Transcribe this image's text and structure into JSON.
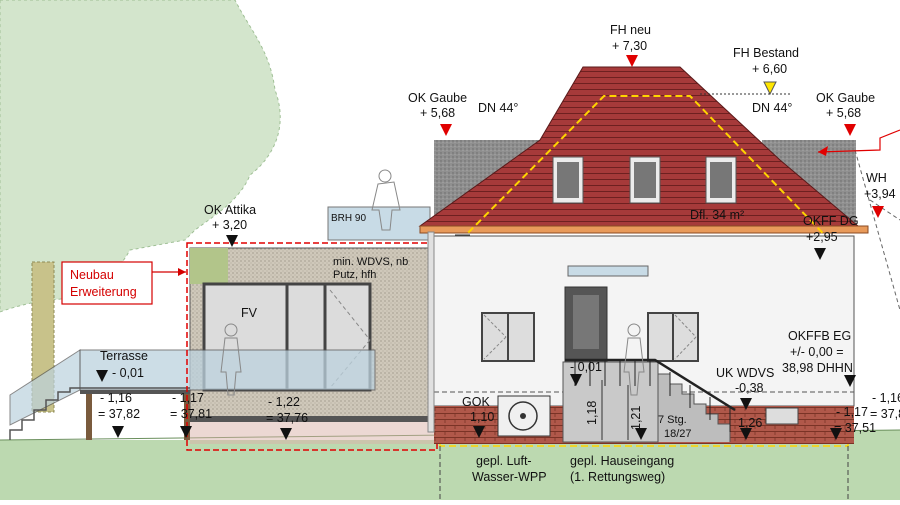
{
  "labels": {
    "fh_neu": "FH neu",
    "fh_neu_val": "+ 7,30",
    "fh_bestand": "FH Bestand",
    "fh_bestand_val": "+ 6,60",
    "ok_gaube_left": "OK Gaube",
    "ok_gaube_left_val": "+ 5,68",
    "ok_gaube_right": "OK Gaube",
    "ok_gaube_right_val": "+ 5,68",
    "dn_left": "DN 44°",
    "dn_right": "DN 44°",
    "wh": "WH",
    "wh_val": "+3,94",
    "ok_attika": "OK Attika",
    "ok_attika_val": "+ 3,20",
    "brh": "BRH 90",
    "dfl": "Dfl. 34 m²",
    "okff_dg": "OKFF DG",
    "okff_dg_val": "+2,95",
    "neubau_1": "Neubau",
    "neubau_2": "Erweiterung",
    "wdvs_1": "min. WDVS, nb",
    "wdvs_2": "Putz, hfh",
    "fv": "FV",
    "terrasse": "Terrasse",
    "terrasse_val": "- 0,01",
    "lvl_1a": "- 1,16",
    "lvl_1b": "= 37,82",
    "lvl_2a": "- 1,17",
    "lvl_2b": "= 37,81",
    "lvl_3a": "- 1,22",
    "lvl_3b": "= 37,76",
    "door_level": "- 0,01",
    "okffb_1": "OKFFB EG",
    "okffb_2": "+/- 0,00 =",
    "okffb_3": "38,98 DHHN",
    "uk_wdvs": "UK WDVS",
    "uk_wdvs_val": "-0,38",
    "gok": "GOK",
    "gok_val": "1,10",
    "dim_118": "1,18",
    "dim_121": "1,21",
    "stairs_1": "7 Stg.",
    "stairs_2": "18/27",
    "dim_126": "1,26",
    "right_lvl_a": "- 1,16",
    "right_lvl_b": "= 37,8",
    "right_lvl_c": "- 1,17",
    "right_lvl_d": "= 37,51",
    "wpp_1": "gepl. Luft-",
    "wpp_2": "Wasser-WPP",
    "entrance_1": "gepl. Hauseingang",
    "entrance_2": "(1. Rettungsweg)"
  },
  "colors": {
    "roof": "#a63a3a",
    "brick": "#b0584a",
    "grey_roof": "#8d8d8d",
    "wall": "#f5f5f5",
    "neubau_fill": "#cdc6b8",
    "grass": "#bcd9b0",
    "tree": "#cde1c6",
    "glass": "#c8dbe6",
    "red": "#e00000",
    "yellow": "#ffe600"
  }
}
